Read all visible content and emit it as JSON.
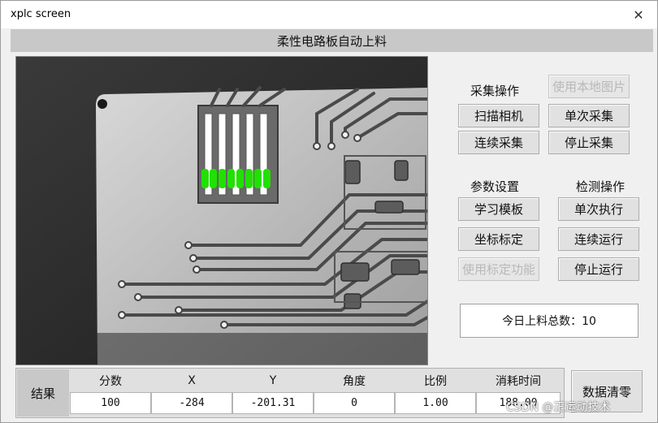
{
  "window": {
    "title": "xplc screen",
    "close_glyph": "✕"
  },
  "header": {
    "title": "柔性电路板自动上料"
  },
  "capture": {
    "section_label": "采集操作",
    "use_local_image": "使用本地图片",
    "scan_camera": "扫描相机",
    "single_capture": "单次采集",
    "continuous_capture": "连续采集",
    "stop_capture": "停止采集"
  },
  "params": {
    "section_label": "参数设置",
    "learn_template": "学习模板",
    "coord_calibration": "坐标标定",
    "use_calibration": "使用标定功能"
  },
  "detect": {
    "section_label": "检测操作",
    "single_execute": "单次执行",
    "continuous_run": "连续运行",
    "stop_run": "停止运行"
  },
  "counter": {
    "text": "今日上料总数：10"
  },
  "results": {
    "label": "结果",
    "columns": [
      {
        "header": "分数",
        "value": "100"
      },
      {
        "header": "X",
        "value": "-284"
      },
      {
        "header": "Y",
        "value": "-201.31"
      },
      {
        "header": "角度",
        "value": "0"
      },
      {
        "header": "比例",
        "value": "1.00"
      },
      {
        "header": "消耗时间",
        "value": "188.00"
      }
    ]
  },
  "clear_button": {
    "label": "数据清零"
  },
  "watermark": {
    "text": "CSDN @正运动技术"
  },
  "colors": {
    "match_marker": "#22e000",
    "header_bar": "#c8c8c8",
    "button_face": "#e1e1e1"
  }
}
